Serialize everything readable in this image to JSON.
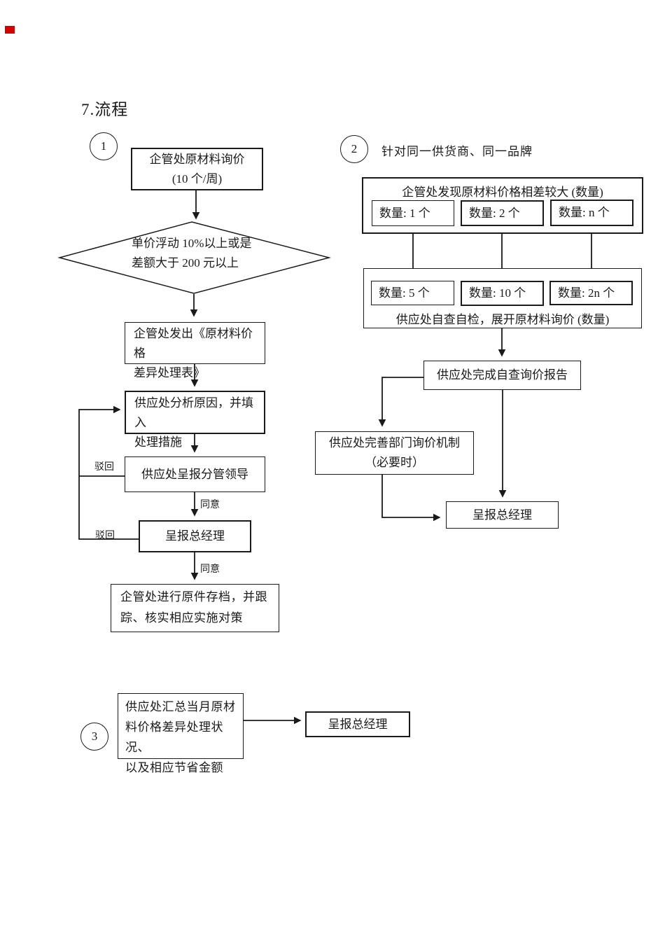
{
  "page": {
    "title": "7.流程"
  },
  "marker": {
    "color": "#d40000"
  },
  "flow1": {
    "badge": "1",
    "inquiry": {
      "line1": "企管处原材料询价",
      "line2": "(10 个/周)"
    },
    "diamond": {
      "line1": "单价浮动  10%以上或是",
      "line2": "差额大于 200 元以上"
    },
    "issue": {
      "line1": "企管处发出《原材料价格",
      "line2": "差异处理表》"
    },
    "analyze": {
      "line1": "供应处分析原因，并填入",
      "line2": "处理措施"
    },
    "leader": {
      "label": "供应处呈报分管领导"
    },
    "gm": {
      "label": "呈报总经理"
    },
    "archive": {
      "line1": "企管处进行原件存档，并跟",
      "line2": "踪、核实相应实施对策"
    },
    "agree1": "同意",
    "agree2": "同意",
    "reject1": "驳回",
    "reject2": "驳回"
  },
  "flow2": {
    "badge": "2",
    "note": "针对同一供货商、同一品牌",
    "groupA": {
      "title": "企管处发现原材料价格相差较大 (数量)",
      "items": [
        "数量: 1 个",
        "数量: 2 个",
        "数量: n 个"
      ]
    },
    "groupB": {
      "caption": "供应处自查自检，展开原材料询价 (数量)",
      "items": [
        "数量: 5 个",
        "数量: 10 个",
        "数量: 2n 个"
      ]
    },
    "report": {
      "label": "供应处完成自查询价报告"
    },
    "mechanism": {
      "line1": "供应处完善部门询价机制",
      "line2": "（必要时）"
    },
    "gm": {
      "label": "呈报总经理"
    }
  },
  "flow3": {
    "badge": "3",
    "summary": {
      "line1": "供应处汇总当月原材",
      "line2": "料价格差异处理状况、",
      "line3": "以及相应节省金额"
    },
    "gm": {
      "label": "呈报总经理"
    }
  }
}
